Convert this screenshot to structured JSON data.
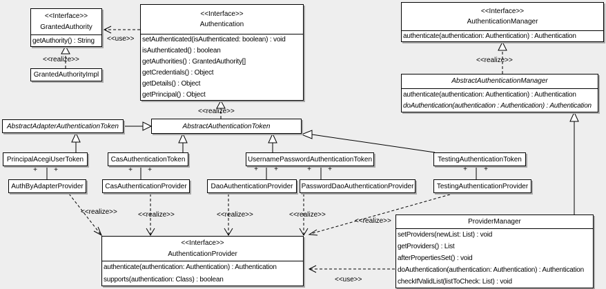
{
  "diagram": {
    "background": "#eeeeee",
    "box_fill": "#ffffff",
    "line_color": "#000000",
    "shadow_color": "#a9a9a9",
    "labels": {
      "use": "<<use>>",
      "realize": "<<realize>>",
      "plus": "+",
      "interface_stereotype": "<<Interface>>"
    },
    "classes": {
      "granted_authority": {
        "stereotype": "<<Interface>>",
        "name": "GrantedAuthority",
        "methods": [
          "getAuthority() : String"
        ]
      },
      "granted_authority_impl": {
        "name": "GrantedAuthorityImpl"
      },
      "authentication": {
        "stereotype": "<<Interface>>",
        "name": "Authentication",
        "methods": [
          "setAuthenticated(isAuthenticated: boolean) : void",
          "isAuthenticated() : boolean",
          "getAuthorities() : GrantedAuthority[]",
          "getCredentials() : Object",
          "getDetails() : Object",
          "getPrincipal() : Object"
        ]
      },
      "authentication_manager": {
        "stereotype": "<<Interface>>",
        "name": "AuthenticationManager",
        "methods": [
          "authenticate(authentication: Authentication) : Authentication"
        ]
      },
      "abstract_authentication_manager": {
        "name": "AbstractAuthenticationManager",
        "methods": [
          "authenticate(authentication: Authentication) : Authentication",
          "doAuthentication(authentication : Authentication) : Authentication"
        ]
      },
      "abstract_adapter_authentication_token": {
        "name": "AbstractAdapterAuthenticationToken"
      },
      "abstract_authentication_token": {
        "name": "AbstractAuthenticationToken"
      },
      "principal_acegi_user_token": {
        "name": "PrincipalAcegiUserToken"
      },
      "cas_authentication_token": {
        "name": "CasAuthenticationToken"
      },
      "username_password_authentication_token": {
        "name": "UsernamePasswordAuthenticationToken"
      },
      "testing_authentication_token": {
        "name": "TestingAuthenticationToken"
      },
      "auth_by_adapter_provider": {
        "name": "AuthByAdapterProvider"
      },
      "cas_authentication_provider": {
        "name": "CasAuthenticationProvider"
      },
      "dao_authentication_provider": {
        "name": "DaoAuthenticationProvider"
      },
      "password_dao_authentication_provider": {
        "name": "PasswordDaoAuthenticationProvider"
      },
      "testing_authentication_provider": {
        "name": "TestingAuthenticationProvider"
      },
      "authentication_provider": {
        "stereotype": "<<Interface>>",
        "name": "AuthenticationProvider",
        "methods": [
          "authenticate(authentication: Authentication) : Authentication",
          "supports(authentication: Class) : boolean"
        ]
      },
      "provider_manager": {
        "name": "ProviderManager",
        "methods": [
          "setProviders(newList: List) : void",
          "getProviders() : List",
          "afterPropertiesSet() : void",
          "doAuthentication(authentication: Authentication) : Authentication",
          "checkIfValidList(listToCheck: List) : void"
        ]
      }
    }
  }
}
